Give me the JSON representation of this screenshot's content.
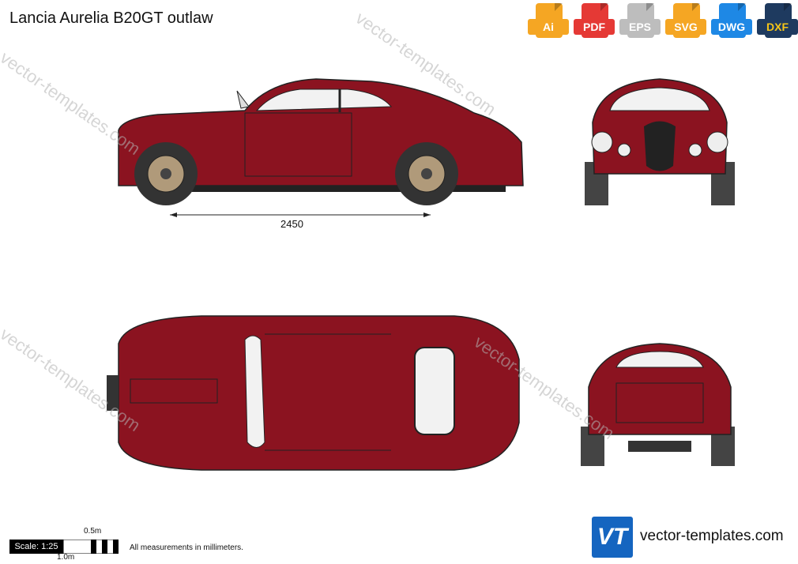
{
  "title": "Lancia Aurelia B20GT outlaw",
  "formats": [
    {
      "label": "Ai",
      "color": "#f5a623"
    },
    {
      "label": "PDF",
      "color": "#e53935"
    },
    {
      "label": "EPS",
      "color": "#bdbdbd"
    },
    {
      "label": "SVG",
      "color": "#f5a623"
    },
    {
      "label": "DWG",
      "color": "#1e88e5"
    },
    {
      "label": "DXF",
      "color": "#1e3a5f"
    }
  ],
  "dimension_label": "2450",
  "scale": {
    "label": "Scale: 1:25",
    "half_meter": "0.5m",
    "one_meter": "1.0m"
  },
  "note": "All measurements in millimeters.",
  "brand": {
    "logo": "VT",
    "name": "vector-templates.com"
  },
  "watermark": "vector-templates.com",
  "body_color": "#8b1320"
}
